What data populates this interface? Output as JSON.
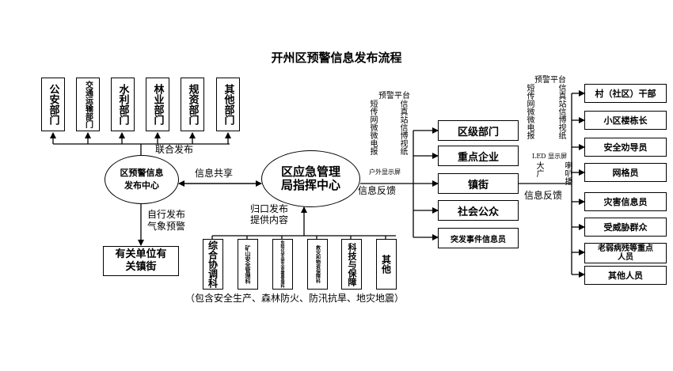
{
  "title": "开州区预警信息发布流程",
  "departments": [
    "公安部门",
    "交通运输部门",
    "水利部门",
    "林业部门",
    "规资部门",
    "其他部门"
  ],
  "joint_release_label": "联合发布",
  "release_center": "区预警信息发布中心",
  "info_share_label": "信息共享",
  "command_center": "区应急管理局指挥中心",
  "self_release_label": "自行发布气象预警",
  "self_release_lines": [
    "自行发布",
    "气象预警"
  ],
  "related_units": "有关单位有关镇街",
  "related_units_lines": [
    "有关单位有",
    "关镇街"
  ],
  "collect_label_lines": [
    "归口发布",
    "提供内容"
  ],
  "sections": [
    "综合协调科",
    "矿山安全管理科",
    "危险化学品安全监督管理科",
    "救灾和物资保障科",
    "科技与保障",
    "其他"
  ],
  "scope_note": "（包含安全生产、森林防火、防汛抗旱、地灾地震）",
  "channels_left": {
    "header": "预警平台",
    "columns": [
      "短传网微微电报",
      "信真站信博视纸"
    ],
    "footer": "户外显示屏"
  },
  "targets_mid": [
    "区级部门",
    "重点企业",
    "镇街",
    "社会公众",
    "突发事件信息员"
  ],
  "feedback_label_left": "信息反馈",
  "channels_right": {
    "header": "预警平台",
    "columns": [
      "短传网微微电报",
      "信真站信博视纸"
    ],
    "led": "LED 显示屏",
    "speaker_left": "大广",
    "speaker_right": "喇叭播"
  },
  "feedback_label_right": "信息反馈",
  "targets_right": [
    "村（社区）干部",
    "小区楼栋长",
    "安全劝导员",
    "网格员",
    "灾害信息员",
    "受威胁群众",
    "老弱病残等重点人员",
    "其他人员"
  ],
  "colors": {
    "line": "#000000",
    "background": "#ffffff"
  }
}
